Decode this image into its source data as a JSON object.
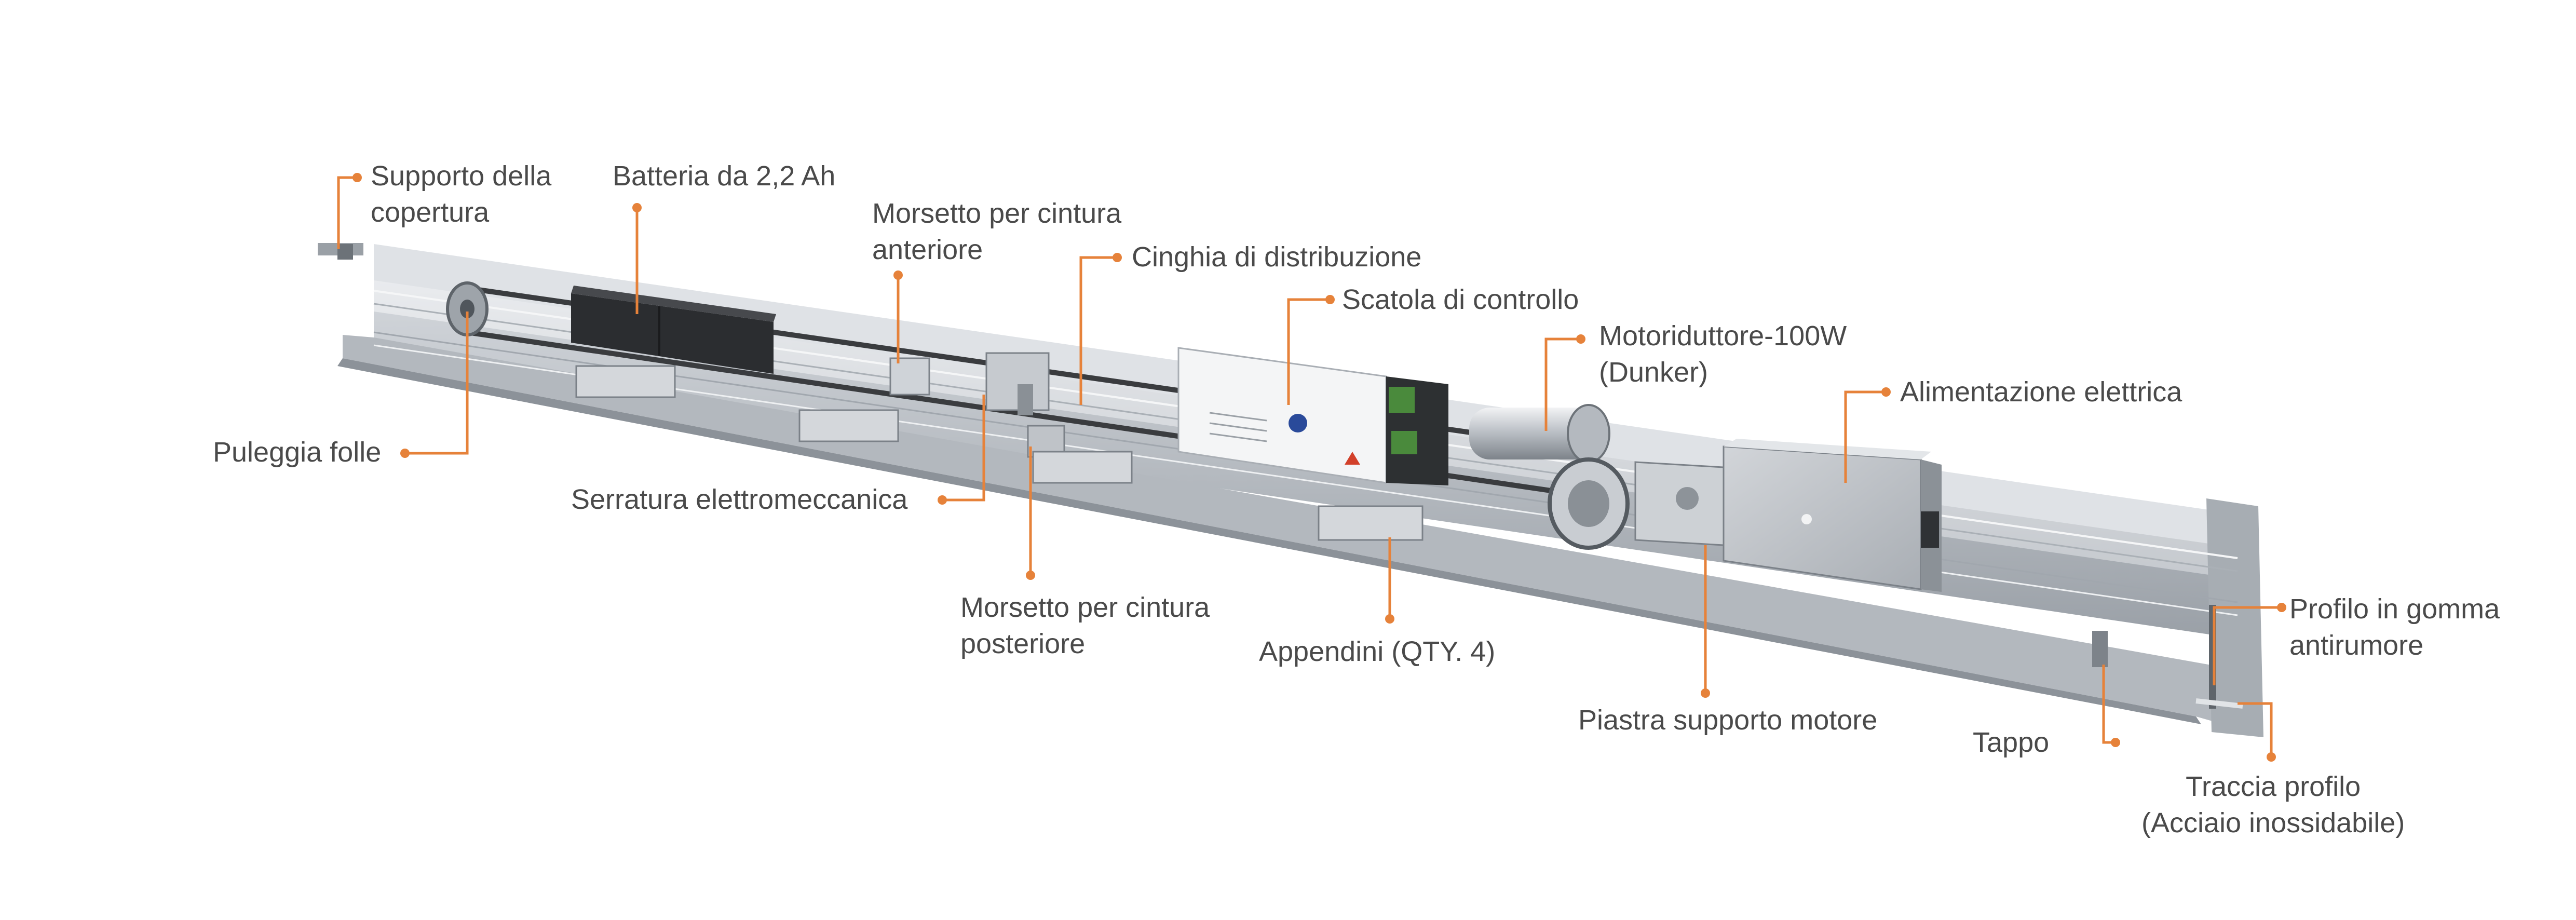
{
  "callouts": {
    "supporto_copertura": [
      "Supporto della",
      "copertura"
    ],
    "batteria": "Batteria da 2,2 Ah",
    "morsetto_anteriore": [
      "Morsetto per cintura",
      "anteriore"
    ],
    "cinghia": "Cinghia di distribuzione",
    "scatola_controllo": "Scatola di controllo",
    "motoriduttore": [
      "Motoriduttore-100W",
      "(Dunker)"
    ],
    "alimentazione": "Alimentazione elettrica",
    "puleggia": "Puleggia folle",
    "serratura": "Serratura elettromeccanica",
    "morsetto_posteriore": [
      "Morsetto per cintura",
      "posteriore"
    ],
    "appendini": "Appendini (QTY. 4)",
    "piastra_motore": "Piastra supporto motore",
    "tappo": "Tappo",
    "profilo_gomma": [
      "Profilo in gomma",
      "antirumore"
    ],
    "traccia_profilo": [
      "Traccia profilo",
      "(Acciaio inossidabile)"
    ]
  },
  "colors": {
    "accent": "#e6823a",
    "label_text": "#4a4a4a",
    "profile_light": "#d9dce0",
    "profile_mid": "#b8bdc3",
    "profile_dark": "#8e949b",
    "component_dark": "#2b2d30"
  }
}
